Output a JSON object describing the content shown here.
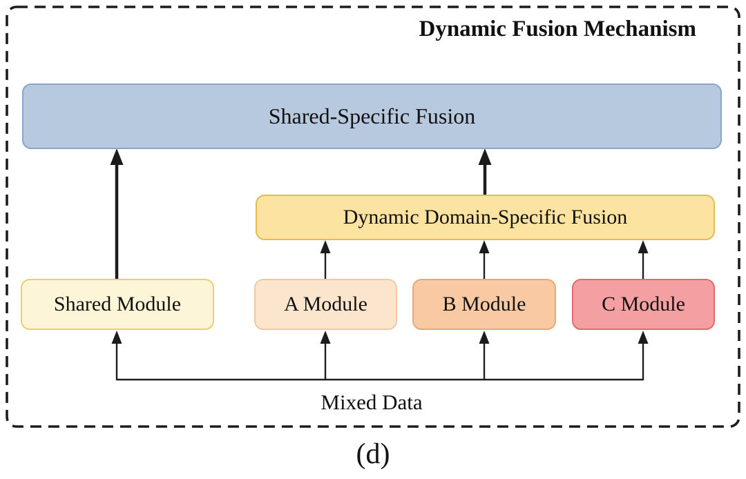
{
  "figure": {
    "title": "Dynamic Fusion Mechanism",
    "caption": "(d)",
    "input_label": "Mixed Data"
  },
  "nodes": {
    "fusion_top": {
      "label": "Shared-Specific Fusion",
      "fill": "#b7c9df",
      "border": "#8aa5c4"
    },
    "fusion_mid": {
      "label": "Dynamic Domain-Specific Fusion",
      "fill": "#fce3a1",
      "border": "#e3bc4e"
    },
    "modules": [
      {
        "id": "shared-module",
        "label": "Shared Module",
        "fill": "#fdf5d8",
        "border": "#eccf6d"
      },
      {
        "id": "a-module",
        "label": "A Module",
        "fill": "#fbe5cd",
        "border": "#eec9a3"
      },
      {
        "id": "b-module",
        "label": "B Module",
        "fill": "#f8c9a3",
        "border": "#e4a87c"
      },
      {
        "id": "c-module",
        "label": "C Module",
        "fill": "#f4a0a2",
        "border": "#e4696e"
      }
    ]
  },
  "colors": {
    "line": "#1c1c1c",
    "frame": "#1a1a1a",
    "background": "#ffffff"
  }
}
